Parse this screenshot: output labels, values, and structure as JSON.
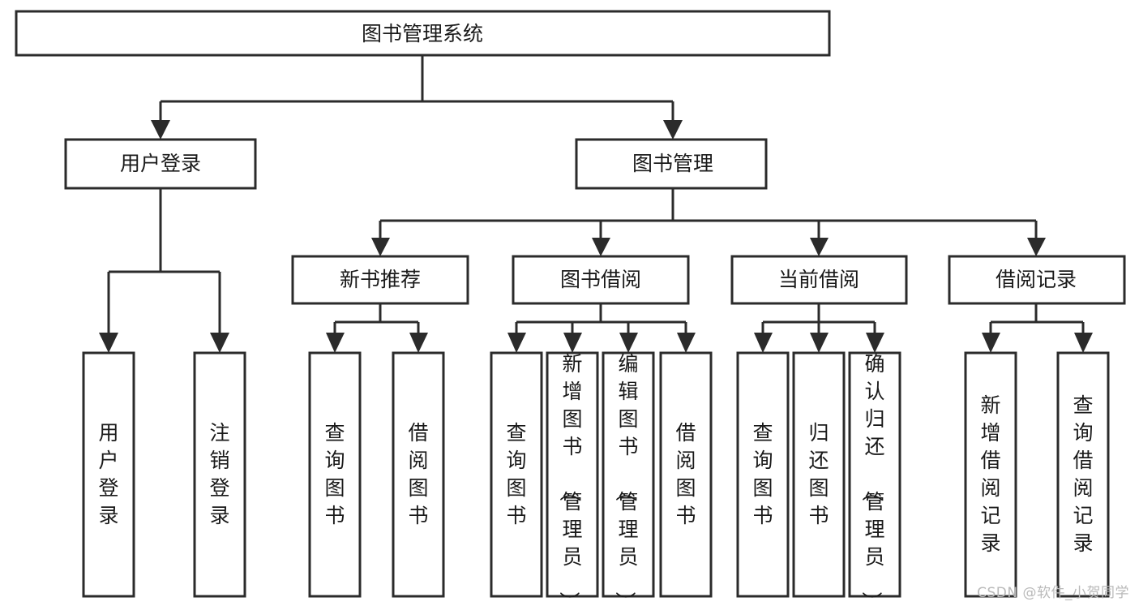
{
  "diagram": {
    "title": "图书管理系统",
    "type": "tree-hierarchy",
    "colors": {
      "box_stroke": "#2b2b2b",
      "box_fill": "#ffffff",
      "text": "#1a1a1a",
      "background": "#ffffff",
      "watermark": "#b9b9b9"
    },
    "root": {
      "label": "图书管理系统"
    },
    "level2": [
      {
        "label": "用户登录"
      },
      {
        "label": "图书管理"
      }
    ],
    "level3": [
      {
        "label": "新书推荐"
      },
      {
        "label": "图书借阅"
      },
      {
        "label": "当前借阅"
      },
      {
        "label": "借阅记录"
      }
    ],
    "leaves": {
      "user_login": [
        {
          "label": "用户登录"
        },
        {
          "label": "注销登录"
        }
      ],
      "new_book_recommend": [
        {
          "label": "查询图书"
        },
        {
          "label": "借阅图书"
        }
      ],
      "book_borrow": [
        {
          "label": "查询图书"
        },
        {
          "label": "新增图书（管理员）"
        },
        {
          "label": "编辑图书（管理员）"
        },
        {
          "label": "借阅图书"
        }
      ],
      "current_borrow": [
        {
          "label": "查询图书"
        },
        {
          "label": "归还图书"
        },
        {
          "label": "确认归还（管理员）"
        }
      ],
      "borrow_record": [
        {
          "label": "新增借阅记录"
        },
        {
          "label": "查询借阅记录"
        }
      ]
    }
  },
  "watermark": {
    "text": "CSDN @软件_小贺同学"
  }
}
